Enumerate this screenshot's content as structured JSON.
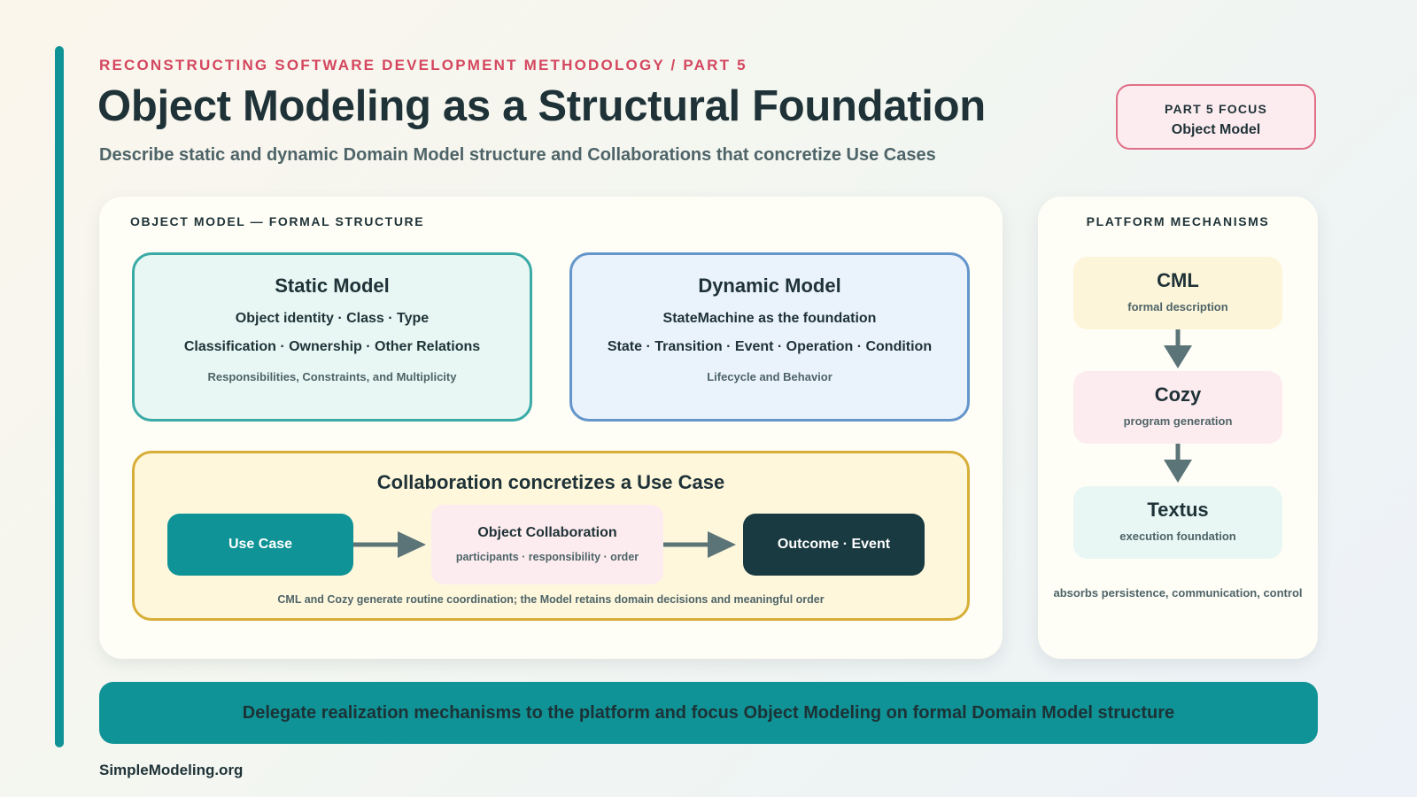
{
  "header": {
    "kicker": "RECONSTRUCTING SOFTWARE DEVELOPMENT METHODOLOGY / PART 5",
    "title": "Object Modeling as a Structural Foundation",
    "subtitle": "Describe static and dynamic Domain Model structure and Collaborations that concretize Use Cases"
  },
  "focus_badge": {
    "label": "PART 5 FOCUS",
    "value": "Object Model"
  },
  "object_model": {
    "section_label": "OBJECT MODEL — FORMAL STRUCTURE",
    "static_model": {
      "title": "Static Model",
      "line1": "Object identity · Class · Type",
      "line2": "Classification · Ownership · Other Relations",
      "note": "Responsibilities, Constraints, and Multiplicity"
    },
    "dynamic_model": {
      "title": "Dynamic Model",
      "line1": "StateMachine as the foundation",
      "line2": "State · Transition · Event · Operation · Condition",
      "note": "Lifecycle and Behavior"
    },
    "collaboration": {
      "title": "Collaboration concretizes a Use Case",
      "use_case": "Use Case",
      "object_collaboration": "Object Collaboration",
      "object_collaboration_detail": "participants · responsibility · order",
      "outcome": "Outcome · Event",
      "note": "CML and Cozy generate routine coordination; the Model retains domain decisions and meaningful order"
    }
  },
  "platform": {
    "section_label": "PLATFORM MECHANISMS",
    "mechanisms": [
      {
        "name": "CML",
        "description": "formal description"
      },
      {
        "name": "Cozy",
        "description": "program generation"
      },
      {
        "name": "Textus",
        "description": "execution foundation"
      }
    ],
    "note": "absorbs persistence, communication, control"
  },
  "banner": "Delegate realization mechanisms to the platform and focus Object Modeling on formal Domain Model structure",
  "footer": "SimpleModeling.org",
  "colors": {
    "accent": "#0f9396",
    "kicker": "#d4475f",
    "dark": "#193a40",
    "arrow": "#5b7477"
  }
}
